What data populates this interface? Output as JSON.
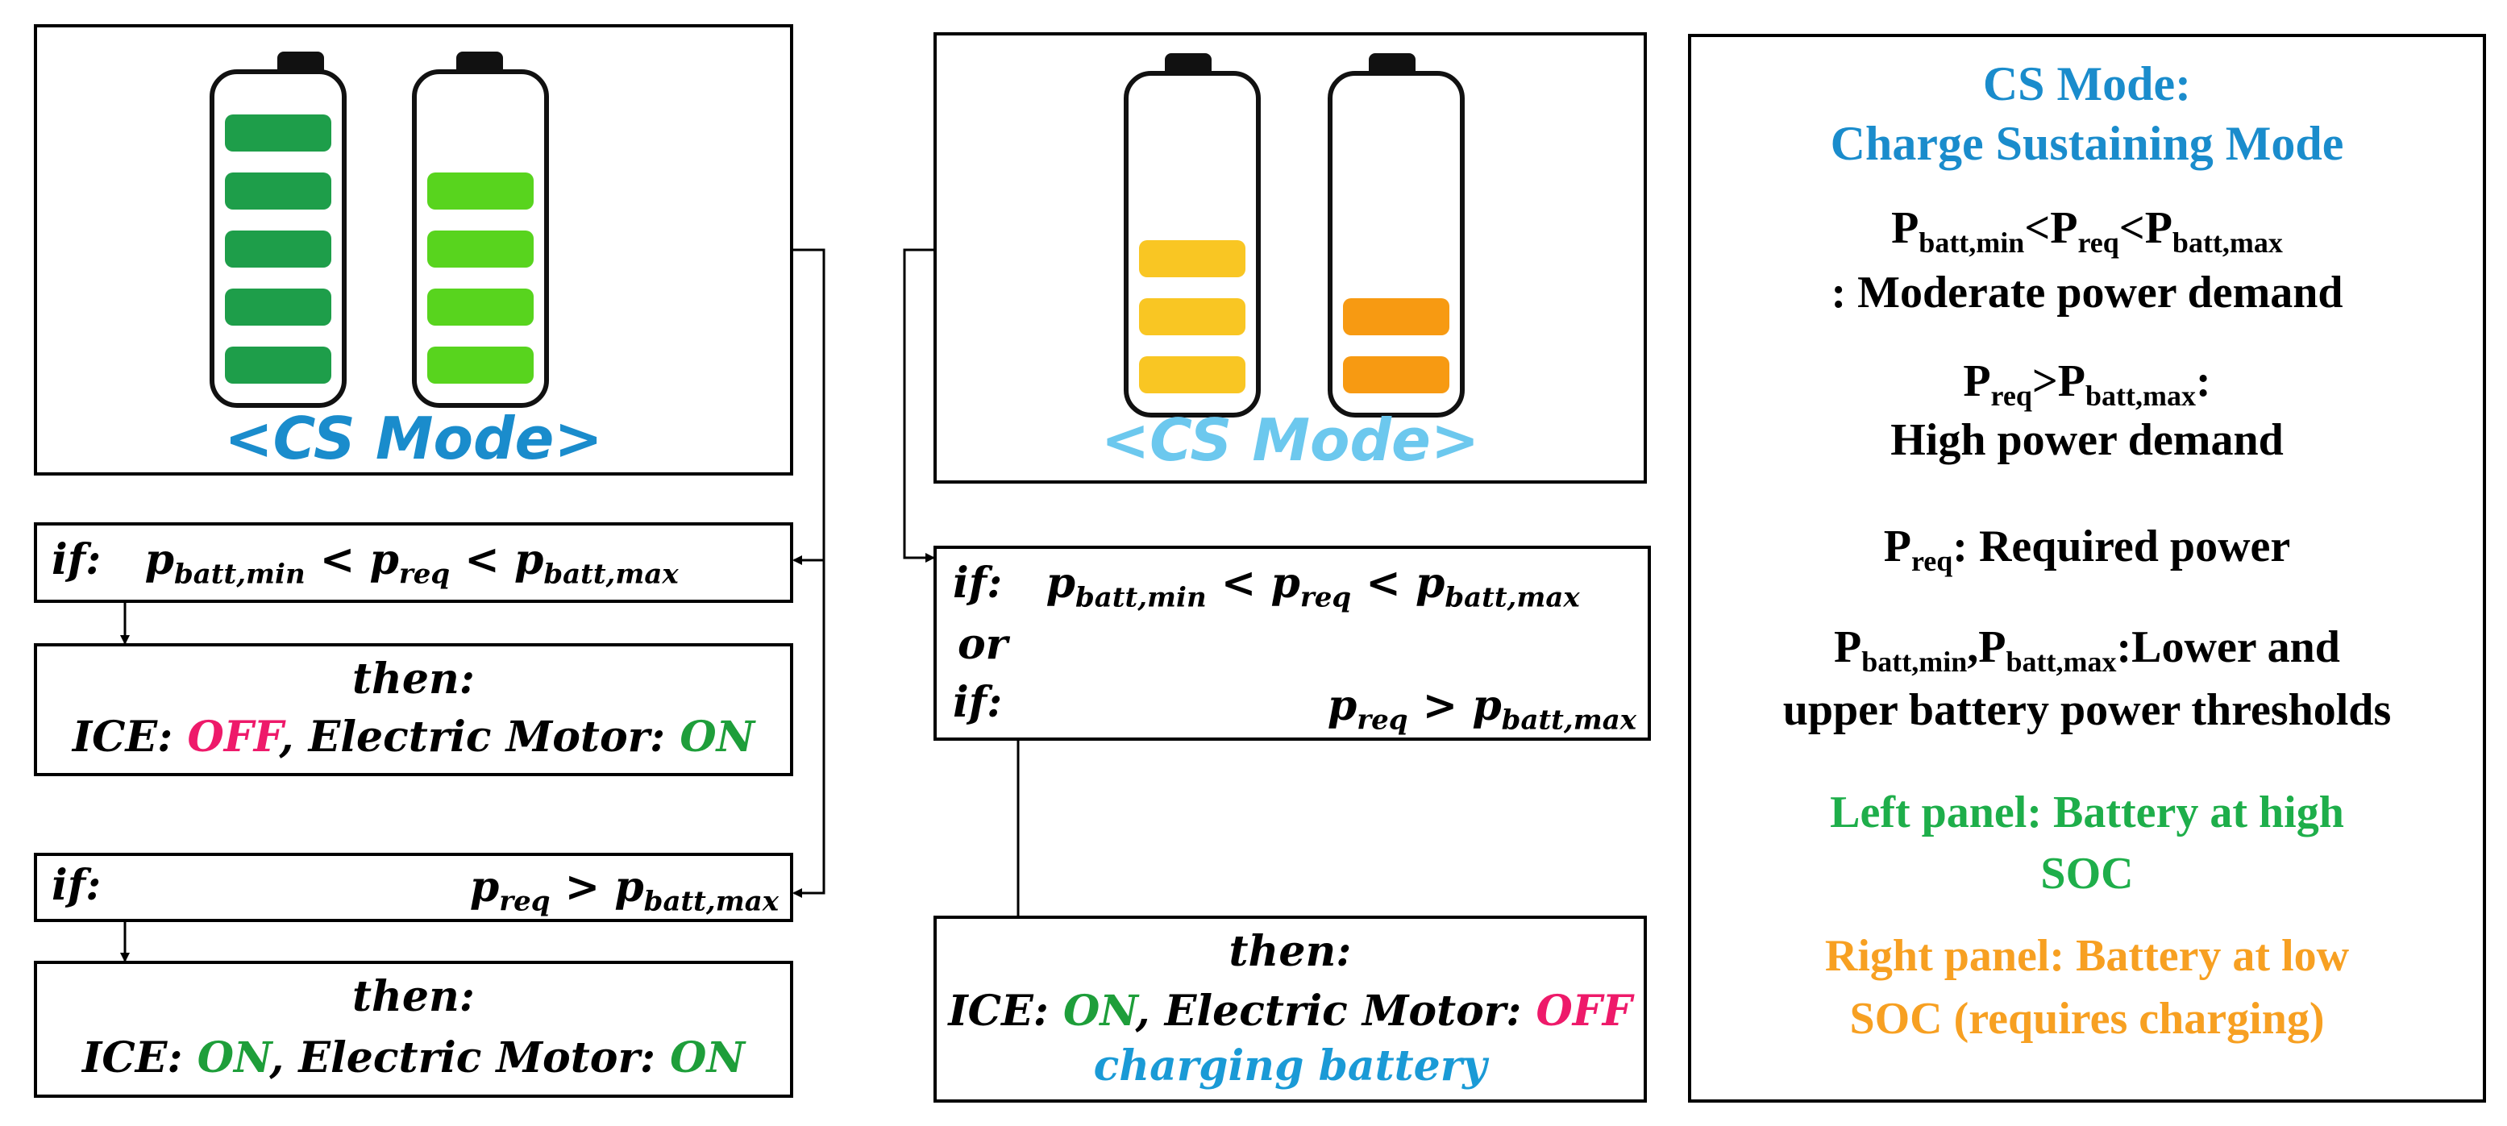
{
  "colors": {
    "green_high": "#1e9e4a",
    "green_light": "#58d41e",
    "yellow": "#f9c623",
    "orange": "#f79a12",
    "mode_blue_dark": "#1a8ccc",
    "mode_blue_light": "#6cc8ee",
    "red_pink": "#ee1a6a",
    "on_green": "#1e9e3a",
    "charging_blue": "#1a9ad6",
    "legend_blue": "#1a8ccc",
    "legend_green": "#1eae4a",
    "legend_orange": "#f7a022"
  },
  "left_panel": {
    "mode_label": "<CS Mode>",
    "battery1_cells": 5,
    "battery2_cells": 4
  },
  "middle_panel": {
    "mode_label": "<CS Mode>",
    "battery1_cells": 3,
    "battery2_cells": 2
  },
  "cond1": {
    "if": "if",
    "p": "p",
    "batt_min": "batt,min",
    "lt1": "<",
    "req": "req",
    "lt2": "<",
    "batt_max": "batt,max"
  },
  "then1": {
    "then": "then:",
    "ice": "ICE",
    "ice_state": "OFF",
    "motor": "Electric Motor",
    "motor_state": "ON"
  },
  "cond2": {
    "if": "if",
    "p": "p",
    "req": "req",
    "gt": ">",
    "batt_max": "batt,max"
  },
  "then2": {
    "then": "then:",
    "ice": "ICE",
    "ice_state": "ON",
    "motor": "Electric Motor",
    "motor_state": "ON"
  },
  "cond3": {
    "if": "if",
    "or": "or",
    "if2": "if"
  },
  "then3": {
    "then": "then:",
    "ice": "ICE",
    "ice_state": "ON",
    "motor": "Electric Motor",
    "motor_state": "OFF",
    "charging": "charging battery"
  },
  "legend": {
    "title1": "CS Mode:",
    "title2": "Charge Sustaining Mode",
    "moderate_suffix": ": Moderate power demand",
    "high_colon": ":",
    "high_text": "High power demand",
    "req_text": ": Required power",
    "thresh_text1": ":Lower and",
    "thresh_text2": "upper battery power thresholds",
    "left_note1": "Left panel: Battery at high",
    "left_note2": "SOC",
    "right_note1": "Right panel: Battery at low",
    "right_note2": "SOC (requires charging)",
    "P": "P",
    "batt_min": "batt,min",
    "batt_max": "batt,max",
    "req": "req",
    "lt": "<",
    "gt": ">",
    "comma": ","
  }
}
